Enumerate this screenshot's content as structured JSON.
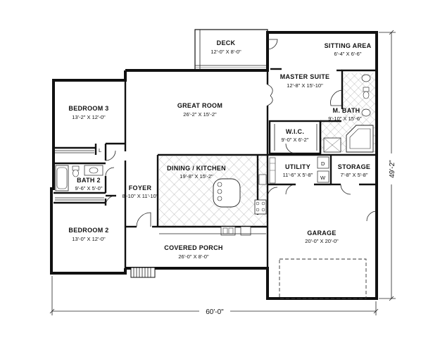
{
  "rooms": {
    "deck": {
      "name": "DECK",
      "size": "12'-0\" X 8'-0\""
    },
    "sitting": {
      "name": "SITTING AREA",
      "size": "6'-4\" X 6'-6\""
    },
    "master": {
      "name": "MASTER SUITE",
      "size": "12'-8\" X 15'-10\""
    },
    "mbath": {
      "name": "M. BATH",
      "size": "9'-10\" X 15'-6\""
    },
    "wic": {
      "name": "W.I.C.",
      "size": "9'-0\" X 6'-2\""
    },
    "great": {
      "name": "GREAT ROOM",
      "size": "26'-2\" X 15'-2\""
    },
    "bed3": {
      "name": "BEDROOM 3",
      "size": "13'-2\" X 12'-0\""
    },
    "bath2": {
      "name": "BATH 2",
      "size": "9'-6\" X 5'-0\""
    },
    "foyer": {
      "name": "FOYER",
      "size": "8'-10\" X 11'-10\""
    },
    "dining": {
      "name": "DINING / KITCHEN",
      "size": "19'-8\" X 15'-2\""
    },
    "utility": {
      "name": "UTILITY",
      "size": "11'-6\" X 5'-8\""
    },
    "storage": {
      "name": "STORAGE",
      "size": "7'-8\" X 5'-8\""
    },
    "bed2": {
      "name": "BEDROOM 2",
      "size": "13'-0\" X 12'-0\""
    },
    "porch": {
      "name": "COVERED PORCH",
      "size": "26'-0\" X 8'-0\""
    },
    "garage": {
      "name": "GARAGE",
      "size": "20'-0\" X 20'-0\""
    }
  },
  "fixtures": {
    "closet_l": "L",
    "dryer": "D",
    "washer": "W"
  },
  "dimensions": {
    "width": "60'-0\"",
    "depth": "49'-2\""
  }
}
